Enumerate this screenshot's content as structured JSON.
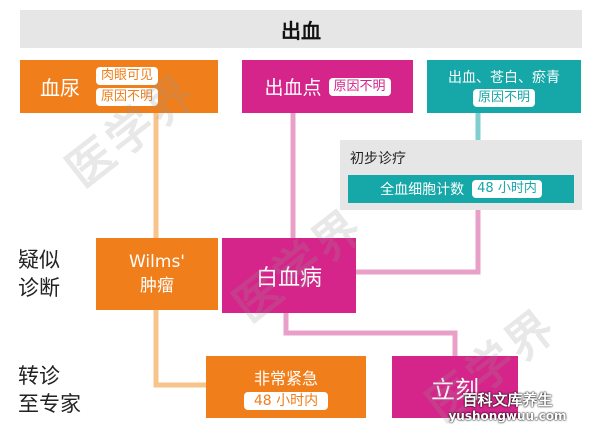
{
  "header": {
    "title": "出血"
  },
  "colors": {
    "orange": "#F07E1A",
    "magenta": "#D5248A",
    "teal": "#16A7A8",
    "peach_line": "#F7C58C",
    "pink_line": "#E9A0C8",
    "teal_line": "#7FCFD0",
    "grey_band": "#E6E6E6"
  },
  "top_boxes": {
    "hematuria": {
      "label": "血尿",
      "tags": [
        "肉眼可见",
        "原因不明"
      ]
    },
    "petechiae": {
      "label": "出血点",
      "tag": "原因不明"
    },
    "bruising": {
      "label": "出血、苍白、瘀青",
      "tag": "原因不明"
    }
  },
  "initial_exam": {
    "title": "初步诊疗",
    "test": "全血细胞计数",
    "time": "48 小时内"
  },
  "suspected": {
    "label_line1": "疑似",
    "label_line2": "诊断",
    "wilms_line1": "Wilms'",
    "wilms_line2": "肿瘤",
    "leukemia": "白血病"
  },
  "referral": {
    "label_line1": "转诊",
    "label_line2": "至专家",
    "urgent": "非常紧急",
    "urgent_time": "48 小时内",
    "immediate": "立刻"
  },
  "watermarks": {
    "logo": "医学界",
    "site_name": "百科文库养生",
    "site_url": "yushongwuu.com"
  }
}
